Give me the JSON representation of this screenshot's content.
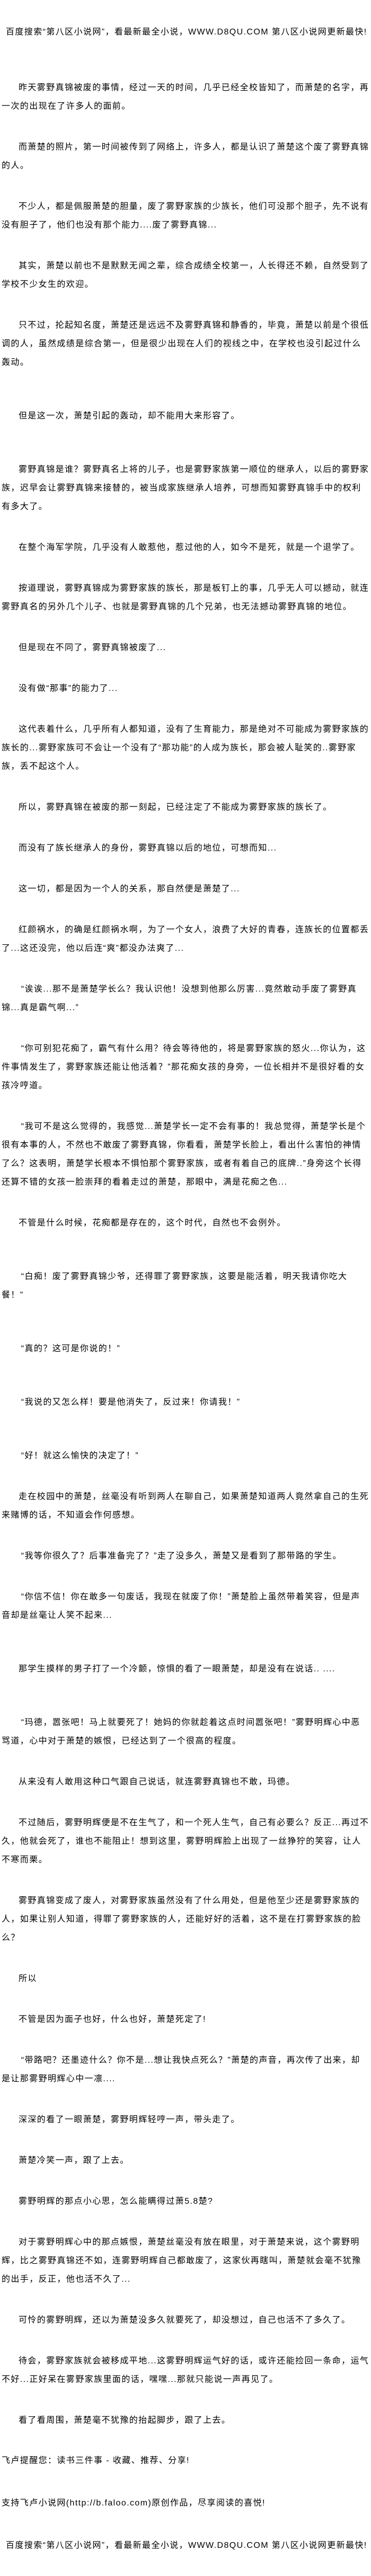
{
  "header_banner": "百度搜索“第八区小说网”，看最新最全小说，WWW.D8QU.COM   第八区小说网更新最快!",
  "paragraphs": [
    "昨天雾野真锦被废的事情，经过一天的时间，几乎已经全校皆知了，而萧楚的名字，再一次的出现在了许多人的面前。",
    "而萧楚的照片，第一时间被传到了网络上，许多人，都是认识了萧楚这个废了雾野真锦的人。",
    "不少人，都是佩服萧楚的胆量，废了雾野家族的少族长，他们可没那个胆子，先不说有没有胆子了，他们也没有那个能力....废了雾野真锦...",
    "其实，萧楚以前也不是默默无闻之辈，综合成绩全校第一，人长得还不赖，自然受到了学校不少女生的欢迎。",
    "只不过，抡起知名度，萧楚还是远远不及雾野真锦和静香的，毕竟，萧楚以前是个很低调的人，虽然成绩是综合第一，但是很少出现在人们的视线之中，在学校也没引起过什么轰动。",
    "但是这一次，萧楚引起的轰动，却不能用大来形容了。",
    "雾野真锦是谁？雾野真名上将的儿子，也是雾野家族第一顺位的继承人，以后的雾野家族，迟早会让雾野真锦来接替的，被当成家族继承人培养，可想而知雾野真锦手中的权利有多大了。",
    "在整个海军学院，几乎没有人敢惹他，惹过他的人，如今不是死，就是一个退学了。",
    "按道理说，雾野真锦成为雾野家族的族长，那是板钉上的事，几乎无人可以撼动，就连雾野真名的另外几个儿子、也就是雾野真锦的几个兄弟，也无法撼动雾野真锦的地位。",
    "但是现在不同了，雾野真锦被废了...",
    "没有做“那事”的能力了...",
    "这代表着什么，几乎所有人都知道，没有了生育能力，那是绝对不可能成为雾野家族的族长的...雾野家族可不会让一个没有了“那功能”的人成为族长，那会被人耻笑的..雾野家族，丢不起这个人。",
    "所以，雾野真锦在被废的那一刻起，已经注定了不能成为雾野家族的族长了。",
    "而没有了族长继承人的身份，雾野真锦以后的地位，可想而知...",
    "这一切，都是因为一个人的关系，那自然便是萧楚了...",
    "红颜祸水，的确是红颜祸水啊，为了一个女人，浪费了大好的青春，连族长的位置都丢了...这还没完，他以后连“爽”都没办法爽了...",
    "“诶诶...那不是萧楚学长么？我认识他！没想到他那么厉害...竟然敢动手废了雾野真锦...真是霸气啊...”",
    "“你可别犯花痴了，霸气有什么用？待会等待他的，将是雾野家族的怒火...你认为，这件事情发生了，雾野家族还能让他活着？”那花痴女孩的身旁，一位长相并不是很好看的女孩冷哼道。",
    "“我可不是这么觉得的，我感觉...萧楚学长一定不会有事的！我总觉得，萧楚学长是个很有本事的人，不然也不敢废了雾野真锦，你看看，萧楚学长脸上，看出什么害怕的神情了么？这表明，萧楚学长根本不惧怕那个雾野家族，或者有着自己的底牌..”身旁这个长得还算不错的女孩一脸崇拜的看着走过的萧楚，那眼中，满是花痴之色...",
    "不管是什么时候，花痴都是存在的，这个时代，自然也不会例外。",
    "“白痴！废了雾野真锦少爷，还得罪了雾野家族，这要是能活着，明天我请你吃大餐！”",
    "“真的？这可是你说的！”",
    "“我说的又怎么样！要是他消失了，反过来！你请我！”",
    "“好！就这么愉快的决定了！”",
    "走在校园中的萧楚，丝毫没有听到两人在聊自己，如果萧楚知道两人竟然拿自己的生死来赌博的话，不知道会作何感想。",
    "“我等你很久了？后事准备完了？”走了没多久，萧楚又是看到了那带路的学生。",
    "“你信不信！你在敢多一句废话，我现在就废了你！”萧楚脸上虽然带着笑容，但是声音却是丝毫让人笑不起来...",
    "那学生摸样的男子打了一个冷颤，惊惧的看了一眼萧楚，却是没有在说话.. ....",
    "“玛德，嚣张吧！马上就要死了！她妈的你就趁着这点时间嚣张吧！”雾野明辉心中恶骂道，心中对于萧楚的嫉恨，已经达到了一个很高的程度。",
    "从来没有人敢用这种口气跟自己说话，就连雾野真锦也不敢，玛德。",
    "不过随后，雾野明辉便是不在生气了，和一个死人生气，自己有必要么？反正...再过不久，他就会死了，谁也不能阻止！想到这里，雾野明辉脸上出现了一丝狰狞的笑容，让人不寒而栗。",
    "雾野真锦变成了废人，对雾野家族虽然没有了什么用处，但是他至少还是雾野家族的人，如果让别人知道，得罪了雾野家族的人，还能好好的活着，这不是在打雾野家族的脸么？",
    "所以",
    "不管是因为面子也好，什么也好，萧楚死定了!",
    "“带路吧？还墨迹什么？你不是...想让我快点死么？”萧楚的声音，再次传了出来，却是让那雾野明辉心中一凛....",
    "深深的看了一眼萧楚，雾野明辉轻哼一声，带头走了。",
    "萧楚冷笑一声，跟了上去。",
    "雾野明辉的那点小心思，怎么能瞒得过萧5.8楚?",
    "对于雾野明辉心中的那点嫉恨，萧楚丝毫没有放在眼里，对于萧楚来说，这个雾野明辉，比之雾野真锦还不如，连雾野明辉自己都敢废了，这家伙再瞎叫，萧楚就会毫不犹豫的出手，反正，他也活不久了...",
    "可怜的雾野明辉，还以为萧楚没多久就要死了，却没想过，自己也活不了多久了。",
    "待会，雾野家族就会被移成平地...这雾野明辉运气好的话，或许还能捡回一条命，运气不好...正好呆在雾野家族里面的话，嘿嘿...那就只能说一声再见了。",
    "看了看周围，萧楚毫不犹豫的抬起脚步，跟了上去。"
  ],
  "footer_notes": [
    "飞卢提醒您：读书三件事 - 收藏、推荐、分享!",
    "支持飞卢小说网(http://b.faloo.com)原创作品，尽享阅读的喜悦!"
  ],
  "footer_banner": "百度搜索“第八区小说网”，看最新最全小说，WWW.D8QU.COM   第八区小说网更新最快!"
}
